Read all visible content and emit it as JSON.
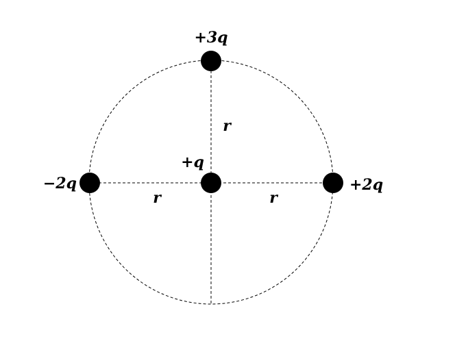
{
  "charges": {
    "top": {
      "label": "+3q"
    },
    "center": {
      "label": "+q"
    },
    "left": {
      "label": "−2q"
    },
    "right": {
      "label": "+2q"
    }
  },
  "distances": {
    "vertical": "r",
    "left": "r",
    "right": "r"
  },
  "colors": {
    "charge_fill": "#000000",
    "line": "#000000",
    "background": "#ffffff"
  }
}
